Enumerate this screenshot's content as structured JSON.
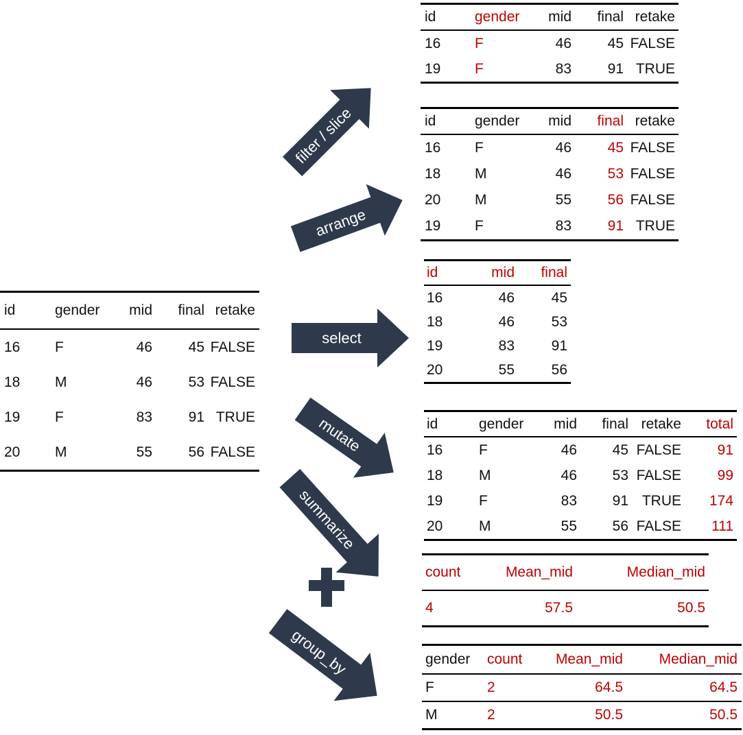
{
  "arrows": {
    "filter": "filter / slice",
    "arrange": "arrange",
    "select": "select",
    "mutate": "mutate",
    "summarize": "summarize",
    "group_by": "group_by"
  },
  "colors": {
    "arrow": "#2e3a4b",
    "highlight": "#c00000"
  },
  "source": {
    "headers": [
      "id",
      "gender",
      "mid",
      "final",
      "retake"
    ],
    "rows": [
      [
        "16",
        "F",
        "46",
        "45",
        "FALSE"
      ],
      [
        "18",
        "M",
        "46",
        "53",
        "FALSE"
      ],
      [
        "19",
        "F",
        "83",
        "91",
        "TRUE"
      ],
      [
        "20",
        "M",
        "55",
        "56",
        "FALSE"
      ]
    ]
  },
  "filter_result": {
    "headers": [
      "id",
      "gender",
      "mid",
      "final",
      "retake"
    ],
    "rows": [
      [
        "16",
        "F",
        "46",
        "45",
        "FALSE"
      ],
      [
        "19",
        "F",
        "83",
        "91",
        "TRUE"
      ]
    ]
  },
  "arrange_result": {
    "headers": [
      "id",
      "gender",
      "mid",
      "final",
      "retake"
    ],
    "rows": [
      [
        "16",
        "F",
        "46",
        "45",
        "FALSE"
      ],
      [
        "18",
        "M",
        "46",
        "53",
        "FALSE"
      ],
      [
        "20",
        "M",
        "55",
        "56",
        "FALSE"
      ],
      [
        "19",
        "F",
        "83",
        "91",
        "TRUE"
      ]
    ]
  },
  "select_result": {
    "headers": [
      "id",
      "mid",
      "final"
    ],
    "rows": [
      [
        "16",
        "46",
        "45"
      ],
      [
        "18",
        "46",
        "53"
      ],
      [
        "19",
        "83",
        "91"
      ],
      [
        "20",
        "55",
        "56"
      ]
    ]
  },
  "mutate_result": {
    "headers": [
      "id",
      "gender",
      "mid",
      "final",
      "retake",
      "total"
    ],
    "rows": [
      [
        "16",
        "F",
        "46",
        "45",
        "FALSE",
        "91"
      ],
      [
        "18",
        "M",
        "46",
        "53",
        "FALSE",
        "99"
      ],
      [
        "19",
        "F",
        "83",
        "91",
        "TRUE",
        "174"
      ],
      [
        "20",
        "M",
        "55",
        "56",
        "FALSE",
        "111"
      ]
    ]
  },
  "summarize_result": {
    "headers": [
      "count",
      "Mean_mid",
      "Median_mid"
    ],
    "rows": [
      [
        "4",
        "57.5",
        "50.5"
      ]
    ]
  },
  "group_result": {
    "headers": [
      "gender",
      "count",
      "Mean_mid",
      "Median_mid"
    ],
    "rows": [
      [
        "F",
        "2",
        "64.5",
        "64.5"
      ],
      [
        "M",
        "2",
        "50.5",
        "50.5"
      ]
    ]
  }
}
